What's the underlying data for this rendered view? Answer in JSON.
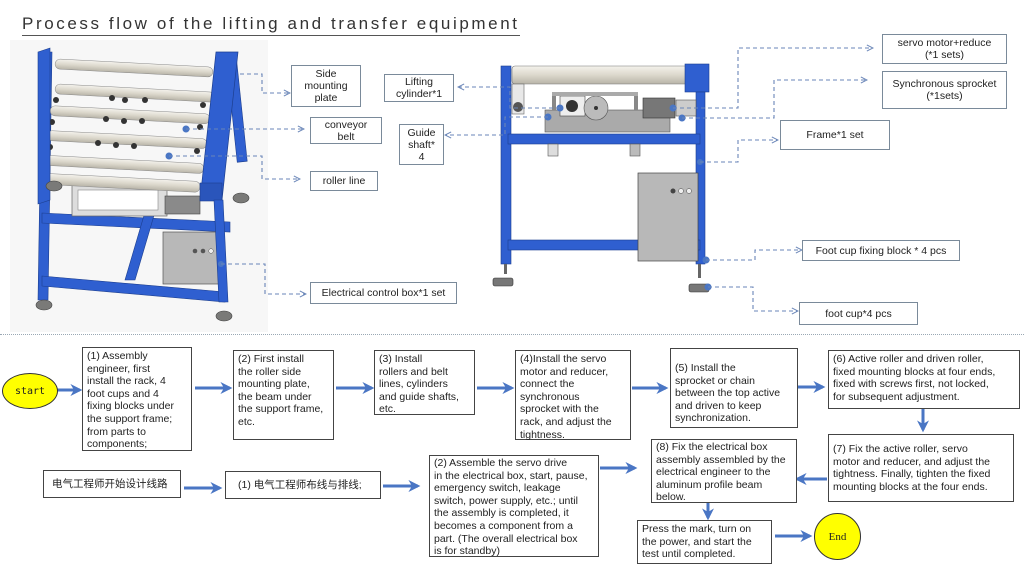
{
  "title": "Process flow of the lifting and transfer equipment",
  "colors": {
    "frame_blue": "#2f5fd0",
    "arrow_blue": "#4a76c4",
    "dash_blue": "#6a86b8",
    "oval_yellow": "#ffff00"
  },
  "left_machine_labels": {
    "side_mounting_plate": "Side\nmounting\nplate",
    "conveyor_belt": "conveyor\nbelt",
    "roller_line": "roller line",
    "electrical_control_box": "Electrical control box*1 set"
  },
  "right_machine_labels": {
    "lifting_cylinder": "Lifting\ncylinder*1",
    "guide_shaft": "Guide\nshaft*\n4",
    "servo_motor": "servo motor+reduce\n(*1 sets)",
    "synchronous_sprocket": "Synchronous sprocket\n(*1sets)",
    "frame": "Frame*1 set",
    "foot_cup_fixing_block": "Foot cup fixing block * 4 pcs",
    "foot_cup": "foot cup*4 pcs"
  },
  "flow": {
    "start": "start",
    "end": "End",
    "mech_steps": [
      "  (1)  Assembly\nengineer, first\ninstall the rack, 4\nfoot cups and 4\nfixing blocks under\nthe support frame;\nfrom parts to\ncomponents;",
      "  (2)  First install\nthe roller side\nmounting plate,\nthe beam under\nthe support frame,\netc.",
      "  (3)  Install\nrollers and belt\nlines, cylinders\nand guide shafts,\netc.",
      "  (4)Install the servo\nmotor and reducer,\nconnect the\nsynchronous\nsprocket with the\nrack, and adjust the\ntightness.",
      "  (5)  Install the\nsprocket or chain\nbetween the top active\nand driven to keep\nsynchronization.",
      "  (6)  Active roller and driven roller,\nfixed mounting blocks at four ends,\nfixed with screws first, not locked,\nfor subsequent adjustment.",
      "  (7)  Fix the active roller, servo\nmotor and reducer, and adjust the\ntightness. Finally, tighten the fixed\nmounting blocks at the four ends.",
      "  (8)  Fix the electrical box\nassembly assembled by the\nelectrical engineer to the\naluminum profile beam\nbelow."
    ],
    "final_step": "Press the mark, turn on\nthe power, and start the\ntest until completed.",
    "elec_steps": [
      "电气工程师开始设计线路",
      "(1)  电气工程师布线与排线;",
      "  (2)  Assemble the servo drive\nin the electrical box, start, pause,\nemergency switch, leakage\nswitch, power supply, etc.; until\nthe assembly is completed, it\nbecomes a component from a\npart. (The overall electrical box\nis for standby)"
    ]
  }
}
